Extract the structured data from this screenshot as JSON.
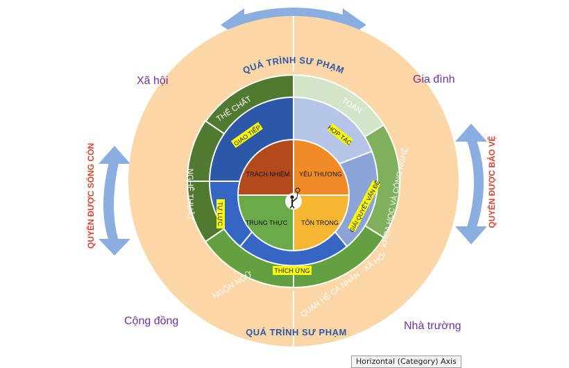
{
  "colors": {
    "outer_ring": "#fbd7a8",
    "side_arrow": "#8aaee0",
    "process_text": "#2e57a4",
    "rights_text": "#d8432f",
    "corner_text": "#7030a0",
    "dark_green": "#4f7a30",
    "mid_green": "#62a040",
    "light_green_1": "#d3e4c9",
    "light_green_2": "#7fb05c",
    "dark_blue": "#2c58a8",
    "mid_blue": "#3566c4",
    "light_blue": "#b5c5e8",
    "brown": "#b24a1c",
    "orange": "#f08a24",
    "green_center": "#6aaa48",
    "gold": "#f5b731",
    "tag_yellow": "#ffff00"
  },
  "outer_ring": {
    "top_label": "QUÁ TRÌNH SƯ PHẠM",
    "bottom_label": "QUÁ TRÌNH SƯ PHẠM"
  },
  "corners": {
    "top_left": "Xã hội",
    "top_right": "Gia đình",
    "bottom_left": "Cộng đồng",
    "bottom_right": "Nhà trường"
  },
  "rights": {
    "left": "QUYỀN ĐƯỢC SỐNG CÒN",
    "right": "QUYỀN ĐƯỢC BẢO VỆ"
  },
  "subjects": {
    "the_chat": "THỂ CHẤT",
    "toan": "TOÁN",
    "khoa_hoc": "KHOA HỌC VÀ CÔNG NGHỆ",
    "quan_he": "QUAN HỆ CÁ NHÂN - XÃ HỘI",
    "ngon_ngu": "NGÔN NGỮ",
    "nghe_thuat": "NGHỆ THUẬT"
  },
  "skills": {
    "giao_tiep": "GIAO TIẾP",
    "hop_tac": "HỢP TÁC",
    "giai_quyet": "GIẢI QUYẾT VẤN ĐỀ",
    "thich_ung": "THÍCH ỨNG",
    "tu_luc": "TỰ LỰC"
  },
  "values": {
    "trach_nhiem": "TRÁCH NHIỆM",
    "yeu_thuong": "YÊU THƯƠNG",
    "trung_thuc": "TRUNG THỰC",
    "ton_trong": "TÔN TRỌNG"
  },
  "center_icon": "child-with-balloon-icon",
  "tooltip": "Horizontal (Category) Axis"
}
